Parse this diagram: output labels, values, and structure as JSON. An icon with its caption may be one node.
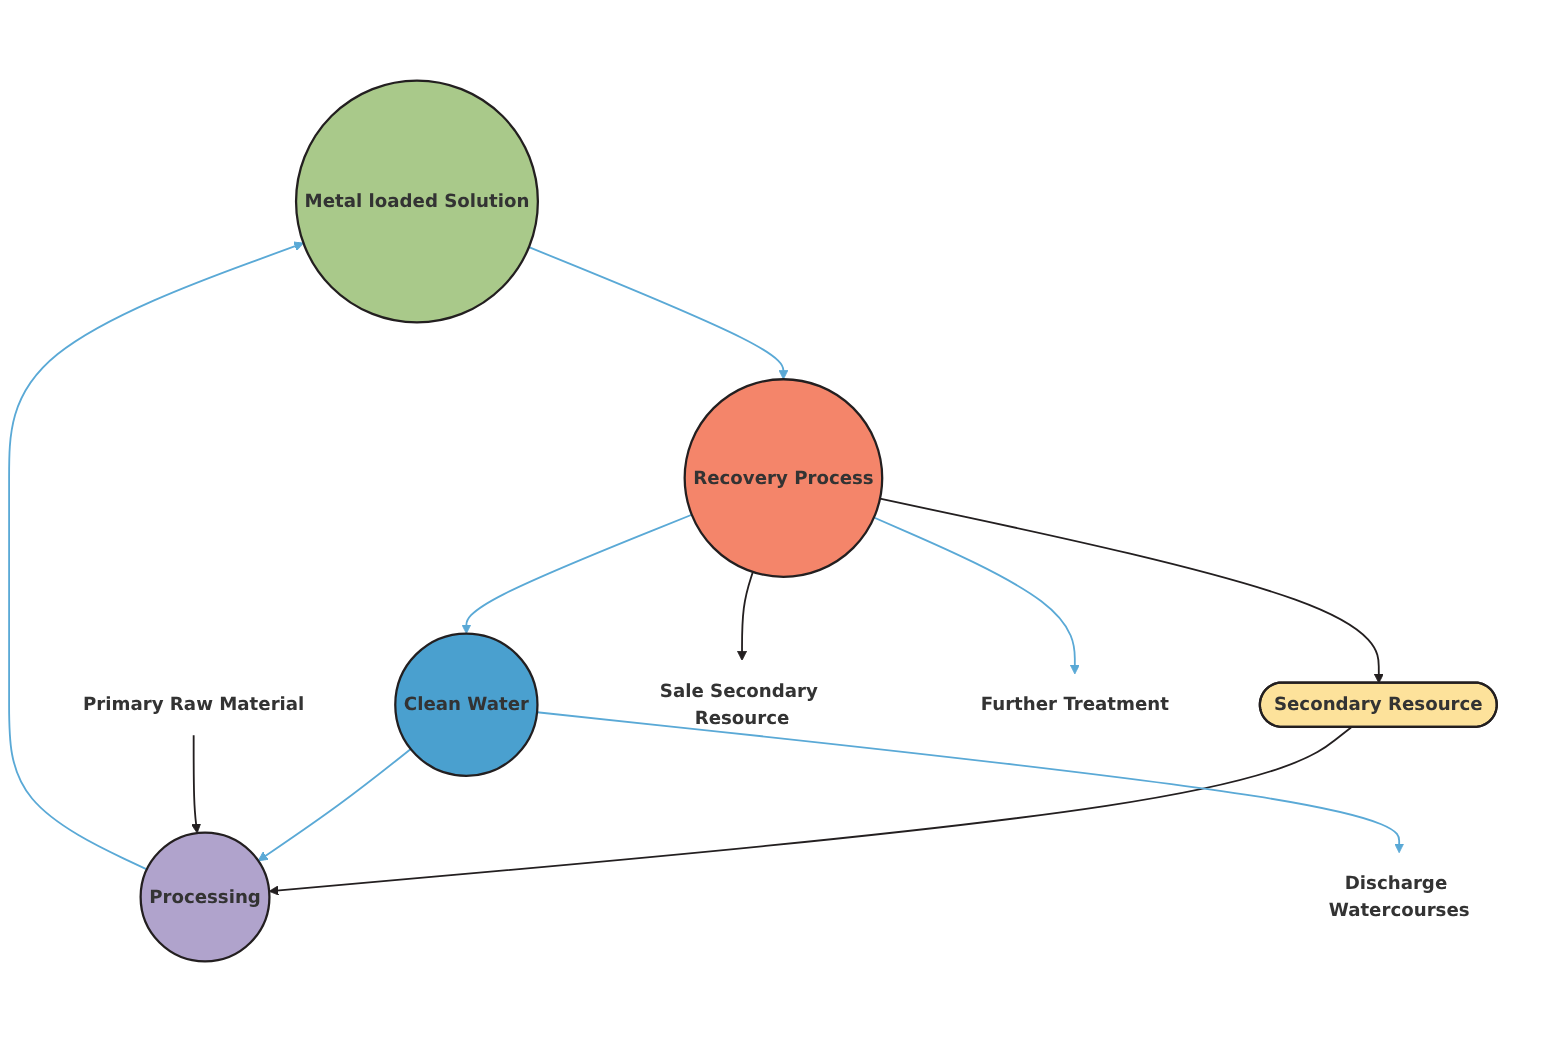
{
  "diagram": {
    "nodes": [
      {
        "text": [
          "Metal loaded Solution"
        ]
      },
      {
        "text": [
          "Recovery Process"
        ]
      },
      {
        "text": [
          "Processing"
        ]
      },
      {
        "text": [
          "Secondary Resource"
        ]
      },
      {
        "text": [
          "Clean Water"
        ]
      },
      {
        "text": [
          "Primary Raw Material"
        ]
      },
      {
        "text": [
          "Sale Secondary Resource"
        ]
      },
      {
        "text": [
          "Discharge Watercourses"
        ]
      },
      {
        "text": [
          "Further Treatment"
        ]
      }
    ],
    "edges": [
      {
        "from": 2,
        "to": 0,
        "arrow": "to"
      },
      {
        "from": 0,
        "to": 1,
        "arrow": "to"
      },
      {
        "from": 1,
        "to": 3,
        "arrow": "to",
        "color": "#231f20"
      },
      {
        "from": 3,
        "to": 2,
        "arrow": "to",
        "color": "#231f20"
      },
      {
        "from": 1,
        "to": 4,
        "arrow": "to"
      },
      {
        "from": 4,
        "to": 2,
        "arrow": "to"
      },
      {
        "from": 5,
        "to": 2,
        "arrow": "to",
        "color": "#231f20"
      },
      {
        "from": 1,
        "to": 6,
        "arrow": "to",
        "color": "#231f20"
      },
      {
        "from": 4,
        "to": 7,
        "arrow": "to"
      },
      {
        "from": 1,
        "to": 8,
        "arrow": "to"
      }
    ]
  }
}
